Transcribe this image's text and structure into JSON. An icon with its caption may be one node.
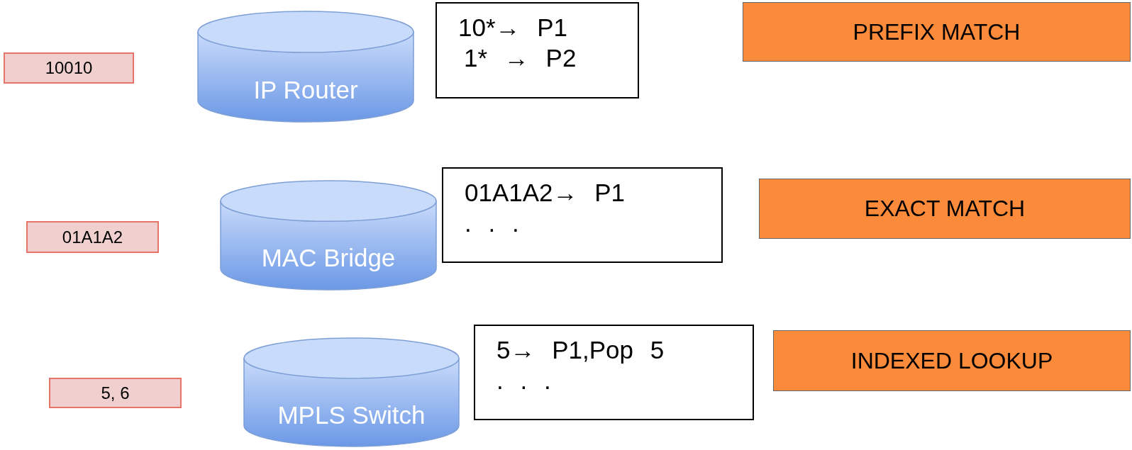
{
  "diagram": {
    "nodes": [
      {
        "text": [
          "10010"
        ]
      },
      {
        "text": [
          "IP Router"
        ]
      },
      {
        "text": [
          "10*→ P1",
          "1* → P2"
        ]
      },
      {
        "text": [
          "PREFIX MATCH"
        ]
      },
      {
        "text": [
          "01A1A2"
        ]
      },
      {
        "text": [
          "MAC Bridge"
        ]
      },
      {
        "text": [
          "01A1A2→ P1",
          ". . ."
        ]
      },
      {
        "text": [
          "EXACT MATCH"
        ]
      },
      {
        "text": [
          "5, 6"
        ]
      },
      {
        "text": [
          "MPLS Switch"
        ]
      },
      {
        "text": [
          "5→ P1,Pop 5",
          ". . ."
        ]
      },
      {
        "text": [
          "INDEXED LOOKUP"
        ]
      }
    ]
  }
}
